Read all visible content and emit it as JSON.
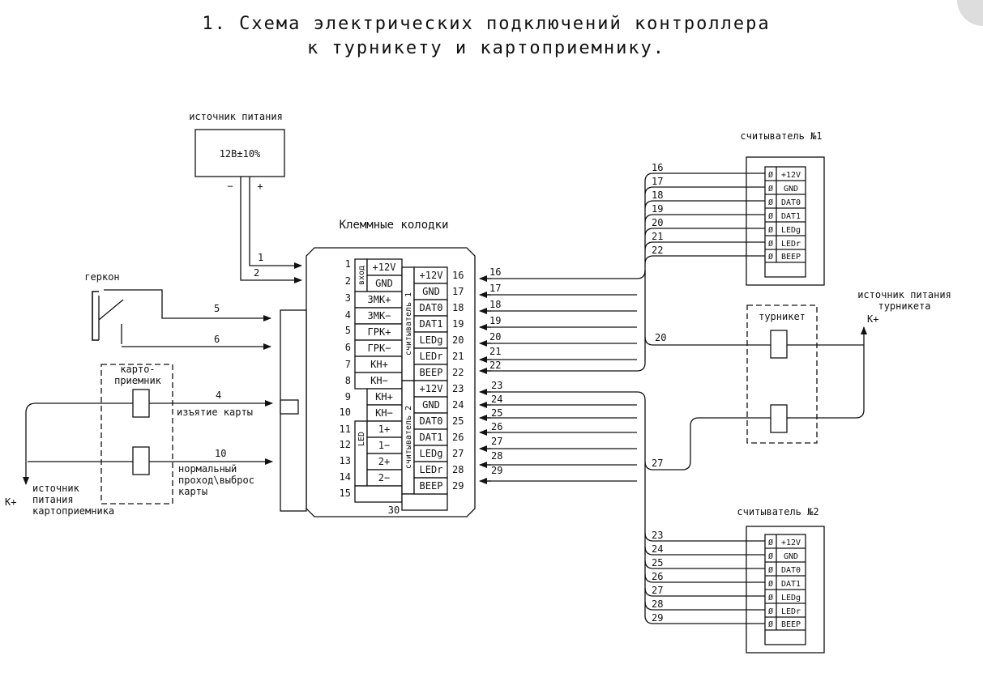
{
  "title": {
    "line1": "1. Схема электрических подключений контроллера",
    "line2": "к турникету и картоприемнику."
  },
  "power_supply": {
    "label": "источник питания",
    "value": "12В±10%",
    "minus": "−",
    "plus": "+"
  },
  "terminal_block": {
    "label": "Клеммные колодки",
    "left_pins": [
      "1",
      "2",
      "3",
      "4",
      "5",
      "6",
      "7",
      "8",
      "9",
      "10",
      "11",
      "12",
      "13",
      "14",
      "15"
    ],
    "left_signals": [
      "+12V",
      "GND",
      "ЗМК+",
      "ЗМК−",
      "ГРК+",
      "ГРК−",
      "КН+",
      "КН−",
      "КН+",
      "КН−",
      "1+",
      "1−",
      "2+",
      "2−",
      ""
    ],
    "input_group_label": "вход",
    "led_group_label": "LED",
    "right_pins_1": [
      "16",
      "17",
      "18",
      "19",
      "20",
      "21",
      "22"
    ],
    "right_signals_1": [
      "+12V",
      "GND",
      "DAT0",
      "DAT1",
      "LEDg",
      "LEDr",
      "BEEP"
    ],
    "right_pins_2": [
      "23",
      "24",
      "25",
      "26",
      "27",
      "28",
      "29"
    ],
    "right_signals_2": [
      "+12V",
      "GND",
      "DAT0",
      "DAT1",
      "LEDg",
      "LEDr",
      "BEEP"
    ],
    "reader1_group_label": "считыватель 1",
    "reader2_group_label": "считыватель 2",
    "bottom_pin": "30"
  },
  "reed_switch": {
    "label": "геркон"
  },
  "card_receiver": {
    "label_line1": "карто-",
    "label_line2": "приемник"
  },
  "left_wires": {
    "w1": "1",
    "w2": "2",
    "w5": "5",
    "w6": "6",
    "w4": "4",
    "w4_label": "изъятие карты",
    "w10": "10",
    "w10_line1": "нормальный",
    "w10_line2": "проход\\выброс",
    "w10_line3": "карты"
  },
  "card_receiver_power": {
    "kplus": "K+",
    "line1": "источник",
    "line2": "питания",
    "line3": "картоприемника"
  },
  "reader1": {
    "label": "считыватель №1",
    "wires": [
      "16",
      "17",
      "18",
      "19",
      "20",
      "21",
      "22"
    ],
    "pins": [
      "+12V",
      "GND",
      "DAT0",
      "DAT1",
      "LEDg",
      "LEDr",
      "BEEP"
    ],
    "pin_mark": "Ø"
  },
  "reader2": {
    "label": "считыватель №2",
    "wires": [
      "23",
      "24",
      "25",
      "26",
      "27",
      "28",
      "29"
    ],
    "pins": [
      "+12V",
      "GND",
      "DAT0",
      "DAT1",
      "LEDg",
      "LEDr",
      "BEEP"
    ],
    "pin_mark": "Ø"
  },
  "mid_wires_1": [
    "16",
    "17",
    "18",
    "19",
    "20",
    "21",
    "22"
  ],
  "mid_wires_2": [
    "23",
    "24",
    "25",
    "26",
    "27",
    "28",
    "29"
  ],
  "turnstile": {
    "label": "турникет",
    "wire_top": "20",
    "wire_bottom": "27"
  },
  "turnstile_power": {
    "line1": "источник питания",
    "line2": "турникета",
    "kplus": "K+"
  }
}
